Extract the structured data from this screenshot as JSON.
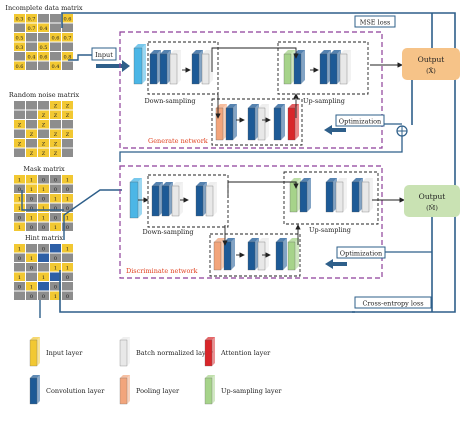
{
  "matrices": {
    "incomplete": {
      "title": "Incomplete data matrix",
      "cells": [
        [
          "0.3",
          "0.7",
          "",
          "",
          "0.6"
        ],
        [
          "",
          "0.7",
          "0.4",
          "",
          ""
        ],
        [
          "0.5",
          "",
          "",
          "0.6",
          "0.7"
        ],
        [
          "0.3",
          "",
          "0.5",
          "",
          ""
        ],
        [
          "",
          "0.4",
          "0.6",
          "",
          "0.8"
        ],
        [
          "0.6",
          "",
          "",
          "0.4",
          ""
        ]
      ]
    },
    "random": {
      "title": "Random noise matrix",
      "cells": [
        [
          "",
          "",
          "",
          "Z",
          "Z"
        ],
        [
          "",
          "",
          "Z",
          "Z",
          "Z"
        ],
        [
          "Z",
          "",
          "Z",
          "",
          ""
        ],
        [
          "",
          "Z",
          "",
          "Z",
          "Z"
        ],
        [
          "Z",
          "",
          "Z",
          "Z",
          ""
        ],
        [
          "",
          "Z",
          "Z",
          "Z",
          ""
        ]
      ]
    },
    "mask": {
      "title": "Mask matrix",
      "cells": [
        [
          "1",
          "1",
          "0",
          "0",
          "1"
        ],
        [
          "0",
          "1",
          "1",
          "0",
          "0"
        ],
        [
          "1",
          "0",
          "0",
          "1",
          "1"
        ],
        [
          "1",
          "0",
          "1",
          "0",
          "0"
        ],
        [
          "0",
          "1",
          "1",
          "0",
          "1"
        ],
        [
          "1",
          "0",
          "0",
          "1",
          "0"
        ]
      ]
    },
    "hint": {
      "title": "Hint matrix",
      "cells": [
        [
          "1",
          "",
          "0",
          "",
          "1"
        ],
        [
          "0",
          "1",
          "",
          "0",
          ""
        ],
        [
          "",
          "0",
          "",
          "1",
          "1"
        ],
        [
          "1",
          "",
          "1",
          "",
          "0"
        ],
        [
          "0",
          "1",
          "",
          "0",
          ""
        ],
        [
          "",
          "0",
          "0",
          "1",
          "0"
        ]
      ]
    }
  },
  "labels": {
    "input": "Input",
    "mse_loss": "MSE loss",
    "output_top": "Output",
    "output_top_sym": "(X̂)",
    "output_bottom": "Output",
    "output_bottom_sym": "(M̂)",
    "downsampling_top": "Down-sampling",
    "upsampling_top": "Up-sampling",
    "downsampling_bottom": "Down-sampling",
    "upsampling_bottom": "Up-sampling",
    "optimization_top": "Optimization",
    "optimization_bottom": "Optimization",
    "generate_network": "Generate network",
    "discriminate_network": "Discriminate network",
    "cross_entropy": "Cross-entropy loss"
  },
  "legend": [
    {
      "label": "Input layer",
      "color": "#f2c832"
    },
    {
      "label": "Batch normalized layer",
      "color": "#e8e8e8"
    },
    {
      "label": "Attention layer",
      "color": "#d8262a"
    },
    {
      "label": "Convolution layer",
      "color": "#1d5a96"
    },
    {
      "label": "Pooling layer",
      "color": "#f2a57c"
    },
    {
      "label": "Up-sampling layer",
      "color": "#a6d38a"
    }
  ],
  "colors": {
    "input_layer": "#f2c832",
    "batchnorm": "#e8e8e8",
    "attention": "#d8262a",
    "conv": "#1d5a96",
    "pooling": "#f2a57c",
    "upsampling": "#a6d38a",
    "network_border": "#8e3f9a",
    "frame": "#2e5f8a",
    "output_box": "#f6c388",
    "output_box2": "#c9e2b3",
    "matrix_grey": "#8d8d8d",
    "matrix_yellow": "#f2c832",
    "matrix_blue": "#2d5fa6"
  }
}
